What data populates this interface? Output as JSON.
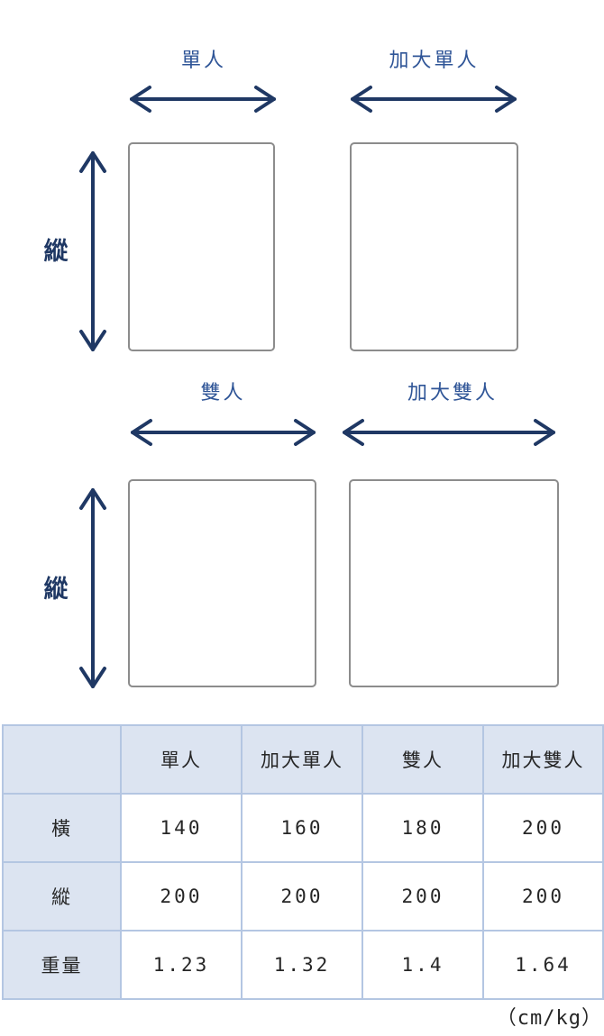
{
  "colors": {
    "arrow": "#1F3864",
    "size_label": "#2F5597",
    "box_border": "#8C8C8C",
    "table_grid": "#B4C6E2",
    "table_header_bg": "#DCE4F1",
    "table_text": "#262626"
  },
  "diagram": {
    "sections": [
      {
        "side_label": "縱",
        "items": [
          {
            "label": "單人"
          },
          {
            "label": "加大單人"
          }
        ]
      },
      {
        "side_label": "縱",
        "items": [
          {
            "label": "雙人"
          },
          {
            "label": "加大雙人"
          }
        ]
      }
    ]
  },
  "table": {
    "header": [
      "",
      "單人",
      "加大單人",
      "雙人",
      "加大雙人"
    ],
    "rows": [
      {
        "label": "橫",
        "values": [
          "140",
          "160",
          "180",
          "200"
        ]
      },
      {
        "label": "縱",
        "values": [
          "200",
          "200",
          "200",
          "200"
        ]
      },
      {
        "label": "重量",
        "values": [
          "1.23",
          "1.32",
          "1.4",
          "1.64"
        ]
      }
    ]
  },
  "footnote": "（cm/kg）"
}
